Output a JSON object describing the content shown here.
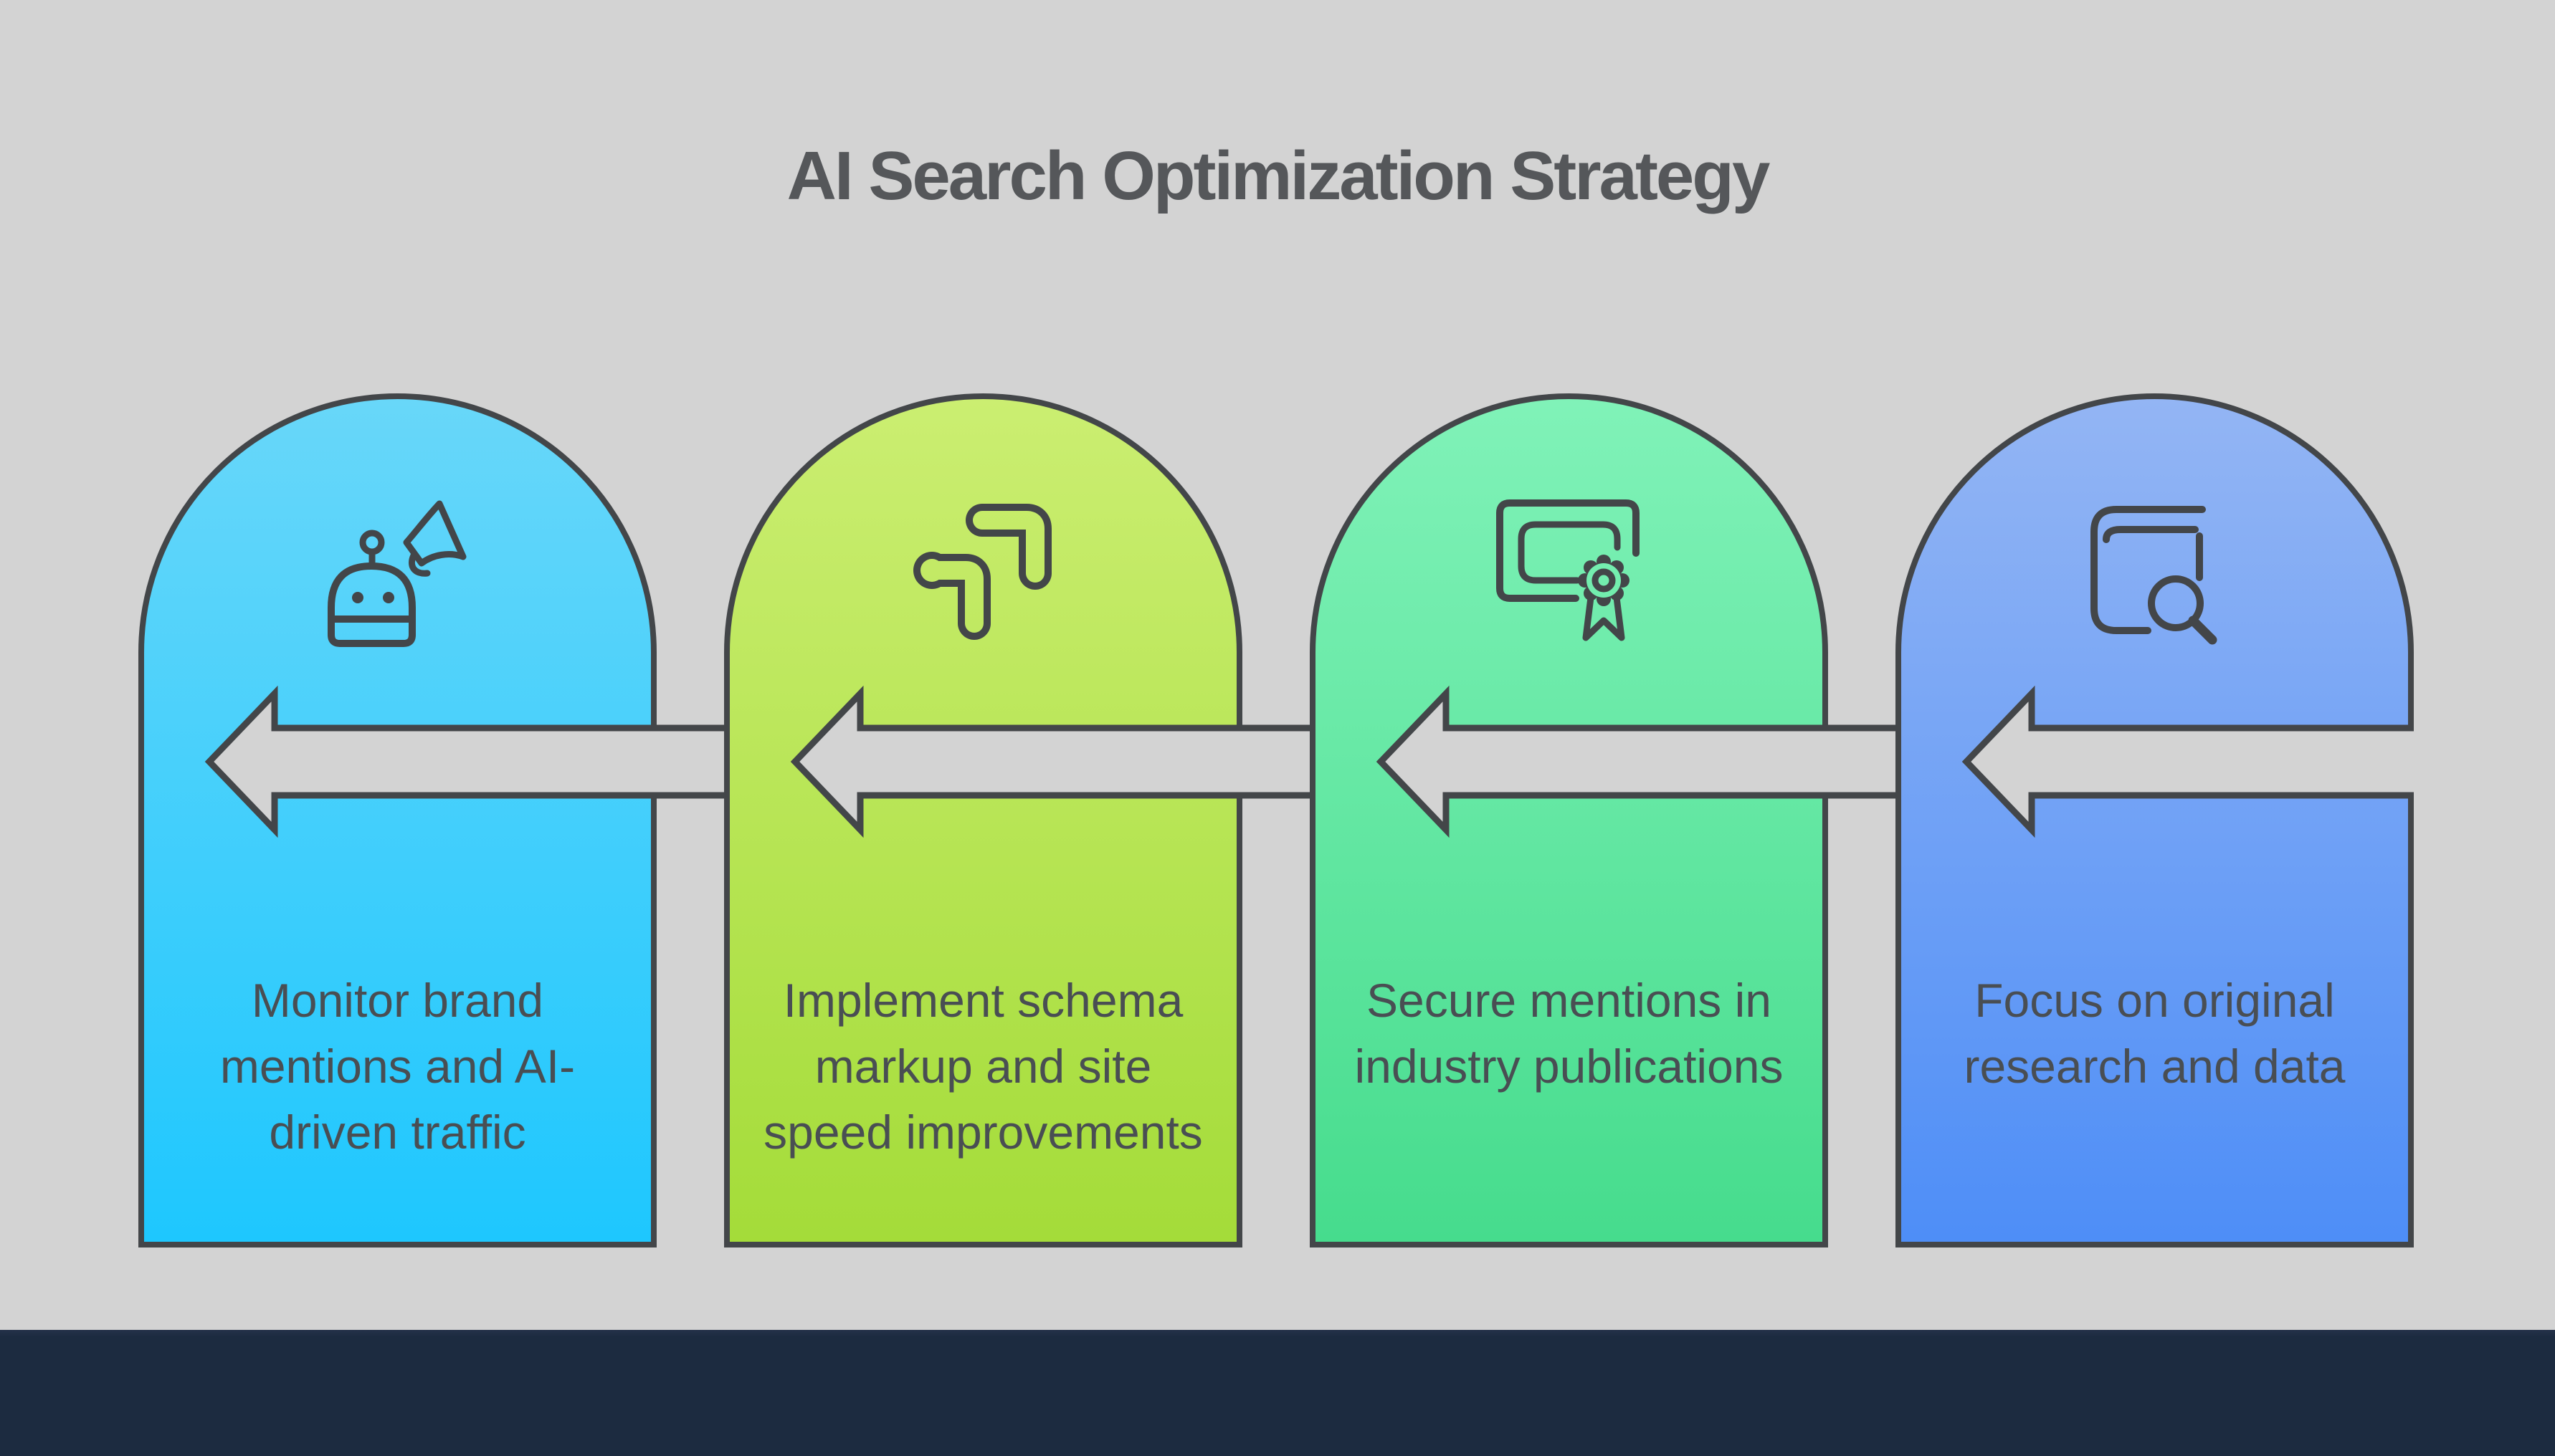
{
  "title": "AI Search Optimization Strategy",
  "colors": {
    "background": "#d3d3d3",
    "footer_bar": "#1c2b40",
    "outline": "#434649",
    "arrow_fill": "#d3d3d3",
    "title_text": "#55575a",
    "card_text": "#494e53"
  },
  "cards": [
    {
      "icon": "robot-megaphone-icon",
      "label": "Monitor brand\nmentions and AI-\ndriven traffic",
      "gradient_top": "#68d7f9",
      "gradient_bottom": "#1ec7fe"
    },
    {
      "icon": "schema-flow-icon",
      "label": "Implement schema\nmarkup and site\nspeed improvements",
      "gradient_top": "#cbee71",
      "gradient_bottom": "#a4dc39"
    },
    {
      "icon": "certificate-icon",
      "label": "Secure mentions in\nindustry publications",
      "gradient_top": "#80f2b8",
      "gradient_bottom": "#46dc8d"
    },
    {
      "icon": "book-search-icon",
      "label": "Focus on original\nresearch and data",
      "gradient_top": "#93b5f4",
      "gradient_bottom": "#4e8ef7"
    }
  ]
}
